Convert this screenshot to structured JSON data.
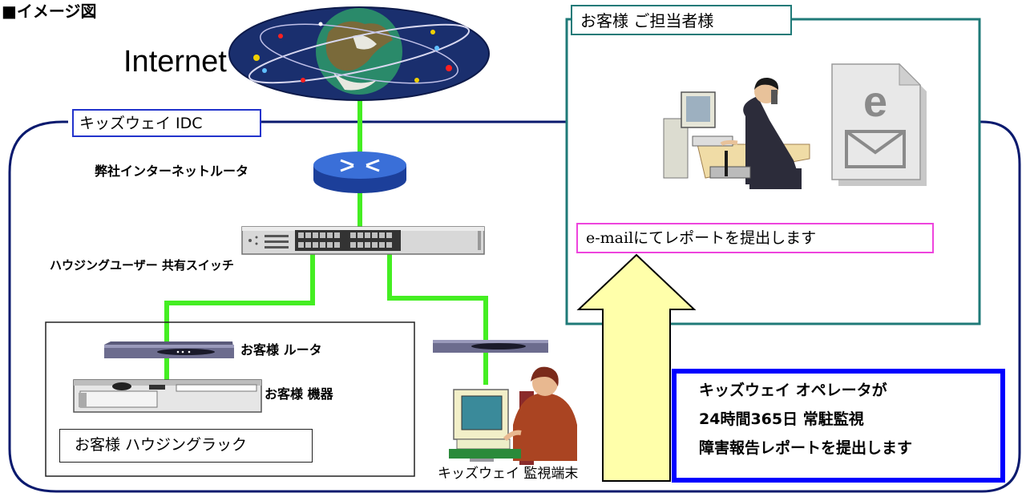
{
  "page_title": "■イメージ図",
  "internet": {
    "label": "Internet"
  },
  "idc": {
    "title": "キッズウェイ IDC"
  },
  "nodes": {
    "router": "弊社インターネットルータ",
    "switch": "ハウジングユーザー 共有スイッチ",
    "customer_router": "お客様 ルータ",
    "customer_equipment": "お客様 機器",
    "customer_rack": "お客様 ハウジングラック",
    "monitor_terminal": "キッズウェイ 監視端末"
  },
  "customer_panel": {
    "title": "お客様 ご担当者様",
    "email_report": "e-mailにてレポートを提出します"
  },
  "operator_box": {
    "lines": [
      "キッズウェイ オペレータが",
      "24時間365日 常駐監視",
      "障害報告レポートを提出します"
    ]
  },
  "colors": {
    "network_link": "#44ee22",
    "idc_border": "#0a1a6e",
    "customer_panel_border": "#1f7a78",
    "email_box_border": "#ee44dd",
    "operator_box_border": "#0000ff",
    "arrow_fill": "#ffffaa",
    "router_blue": "#3a6fd8"
  },
  "icons": [
    "globe-icon",
    "router-icon",
    "switch-icon",
    "server-icon",
    "operator-icon",
    "businessman-icon",
    "email-document-icon",
    "up-arrow-icon"
  ]
}
